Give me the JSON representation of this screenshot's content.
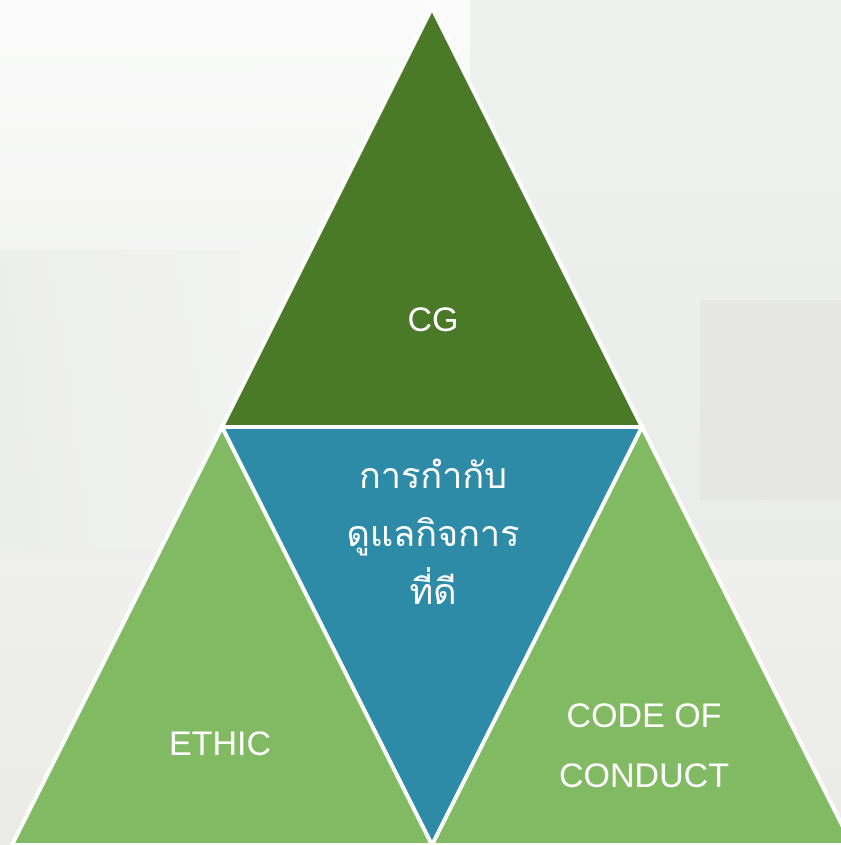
{
  "diagram": {
    "top": {
      "label": "CG",
      "color": "#4a7a27"
    },
    "center": {
      "lines": [
        "การกำกับ",
        "ดูแลกิจการ",
        "ที่ดี"
      ],
      "color": "#2e8ba7"
    },
    "left": {
      "label": "ETHIC",
      "color": "#82ba63"
    },
    "right": {
      "lines": [
        "CODE OF",
        "CONDUCT"
      ],
      "color": "#82ba63"
    },
    "border_color": "#ffffff"
  }
}
